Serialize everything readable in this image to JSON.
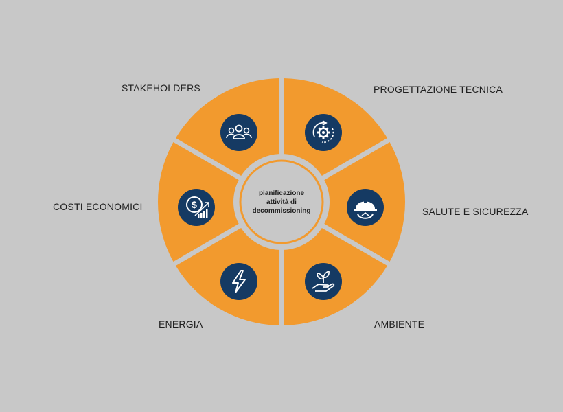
{
  "center": {
    "lines": [
      "pianificazione",
      "attività di",
      "decommissioning"
    ]
  },
  "segments": [
    {
      "label": "STAKEHOLDERS",
      "icon": "people-group-icon"
    },
    {
      "label": "PROGETTAZIONE TECNICA",
      "icon": "gear-cycle-icon"
    },
    {
      "label": "SALUTE E SICUREZZA",
      "icon": "hard-hat-icon"
    },
    {
      "label": "AMBIENTE",
      "icon": "hand-plant-icon"
    },
    {
      "label": "ENERGIA",
      "icon": "lightning-bolt-icon"
    },
    {
      "label": "COSTI ECONOMICI",
      "icon": "coin-growth-icon"
    }
  ],
  "colors": {
    "background": "#c8c8c8",
    "segment": "#f29a2e",
    "icon_circle": "#153a63",
    "icon_stroke": "#ffffff",
    "center_ring": "#f29a2e",
    "center_fill": "#c8c8c8",
    "text": "#1e1e1e"
  }
}
